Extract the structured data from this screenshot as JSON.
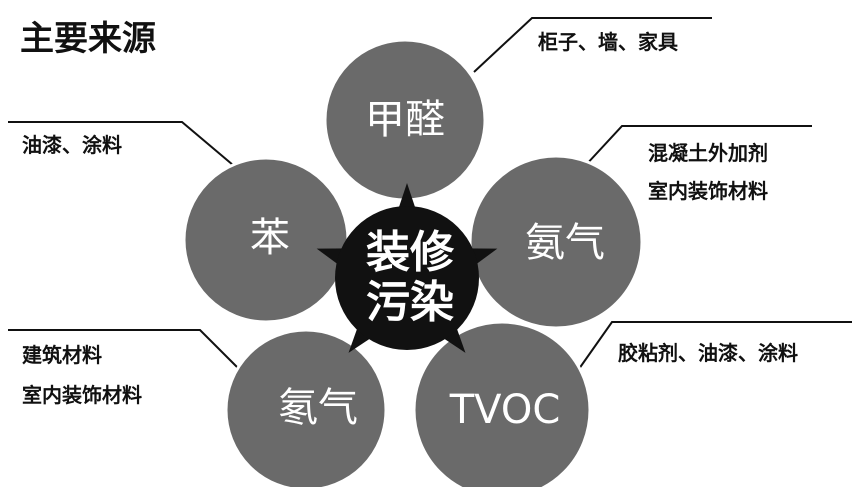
{
  "title": "主要来源",
  "center": {
    "line1": "装修",
    "line2": "污染"
  },
  "sources": {
    "formaldehyde": {
      "label": "甲醛"
    },
    "benzene": {
      "label": "苯"
    },
    "ammonia": {
      "label": "氨气"
    },
    "radon": {
      "label": "氡气"
    },
    "tvoc": {
      "label": "TVOC"
    }
  },
  "callouts": {
    "formaldehyde": [
      "柜子、墙、家具"
    ],
    "benzene": [
      "油漆、涂料"
    ],
    "ammonia": [
      "混凝土外加剂",
      "室内装饰材料"
    ],
    "radon": [
      "建筑材料",
      "室内装饰材料"
    ],
    "tvoc": [
      "胶粘剂、油漆、涂料"
    ]
  },
  "colors": {
    "petal": "#6a6a6a",
    "petal_border": "#ffffff",
    "center": "#111111",
    "text_dark": "#111111",
    "text_light": "#ffffff"
  }
}
